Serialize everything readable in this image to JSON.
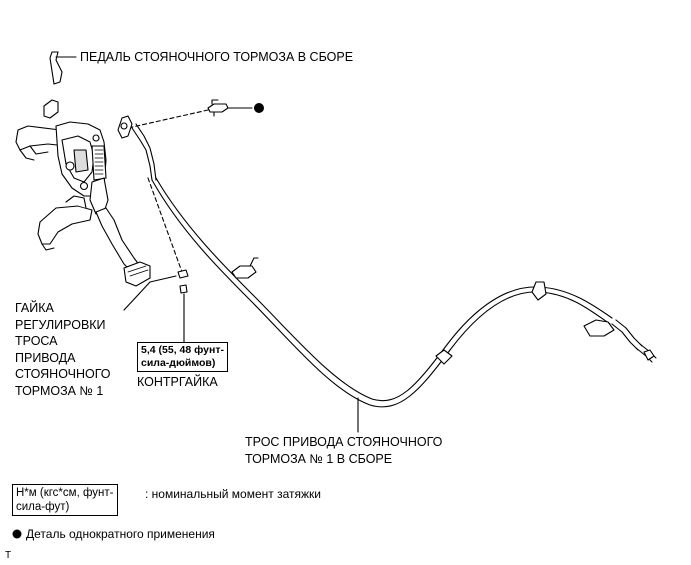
{
  "labels": {
    "pedal": "ПЕДАЛЬ СТОЯНОЧНОГО ТОРМОЗА В СБОРЕ",
    "adjust_nut": [
      "ГАЙКА",
      "РЕГУЛИРОВКИ",
      "ТРОСА",
      "ПРИВОДА",
      "СТОЯНОЧНОГО",
      "ТОРМОЗА № 1"
    ],
    "torque_box": [
      "5,4 (55, 48 фунт-",
      "сила-дюймов)"
    ],
    "locknut": "КОНТРГАЙКА",
    "cable": [
      "ТРОС ПРИВОДА СТОЯНОЧНОГО",
      "ТОРМОЗА № 1 В СБОРЕ"
    ]
  },
  "legend": {
    "torque_unit": [
      "Н*м (кгс*см, фунт-",
      "сила-фут)"
    ],
    "torque_desc": ": номинальный момент затяжки",
    "single_use": "Деталь однократного применения"
  },
  "corner_mark": "T"
}
